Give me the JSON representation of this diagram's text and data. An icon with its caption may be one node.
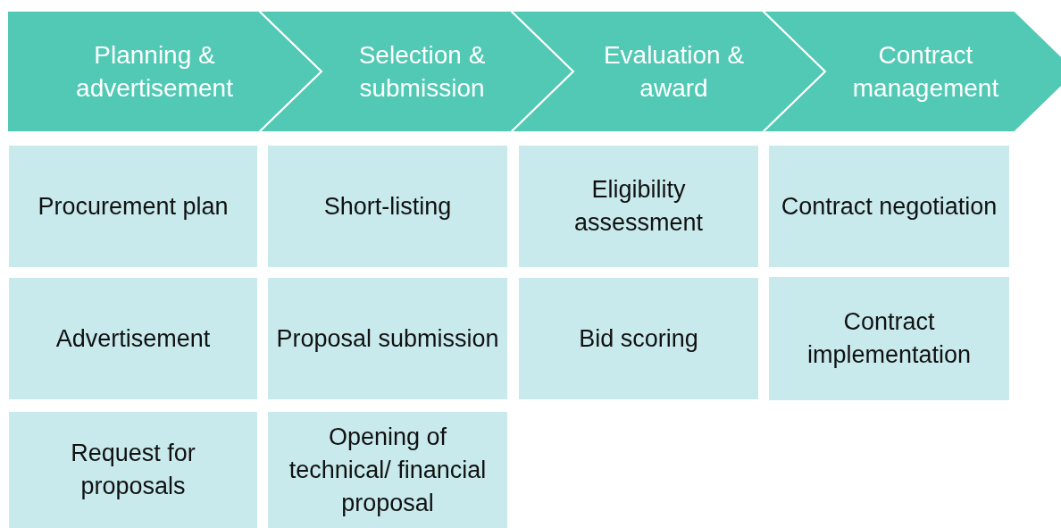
{
  "diagram": {
    "nodes": [
      {
        "text": [
          "Planning & advertisement"
        ]
      },
      {
        "text": [
          "Selection & submission"
        ]
      },
      {
        "text": [
          "Evaluation & award"
        ]
      },
      {
        "text": [
          "Contract management"
        ]
      },
      {
        "text": [
          "Procurement plan"
        ]
      },
      {
        "text": [
          "Short-listing"
        ]
      },
      {
        "text": [
          "Eligibility assessment"
        ]
      },
      {
        "text": [
          "Contract negotiation"
        ]
      },
      {
        "text": [
          "Advertisement"
        ]
      },
      {
        "text": [
          "Proposal submission"
        ]
      },
      {
        "text": [
          "Bid scoring"
        ]
      },
      {
        "text": [
          "Contract implementation"
        ]
      },
      {
        "text": [
          "Request for proposals"
        ]
      },
      {
        "text": [
          "Opening of technical/ financial proposal"
        ]
      }
    ]
  }
}
